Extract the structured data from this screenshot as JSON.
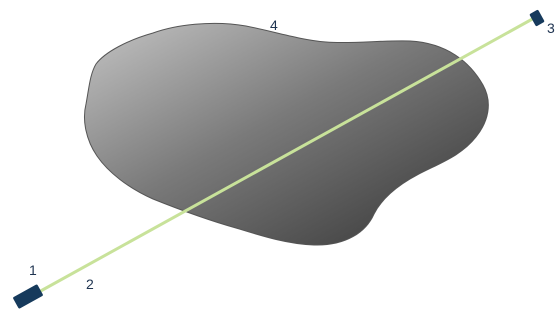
{
  "labels": {
    "emitter": "1",
    "beam": "2",
    "receiver": "3",
    "object": "4"
  },
  "colors": {
    "beam": "#c8e29a",
    "device": "#163a5c",
    "object_light": "#b4b4b4",
    "object_dark": "#3c3c3c",
    "label": "#1e3350"
  }
}
